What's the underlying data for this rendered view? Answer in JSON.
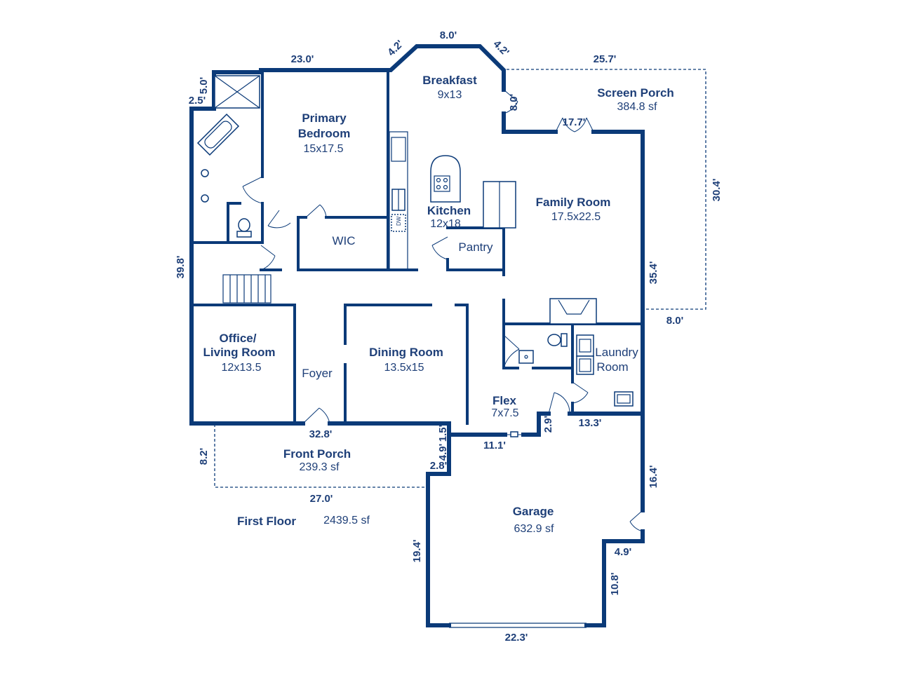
{
  "rooms": {
    "breakfast": {
      "name": "Breakfast",
      "size": "9x13"
    },
    "screen_porch": {
      "name": "Screen Porch",
      "size": "384.8 sf"
    },
    "primary_bedroom": {
      "name_line1": "Primary",
      "name_line2": "Bedroom",
      "size": "15x17.5"
    },
    "kitchen": {
      "name": "Kitchen",
      "size": "12x18"
    },
    "family_room": {
      "name": "Family Room",
      "size": "17.5x22.5"
    },
    "wic": {
      "name": "WIC"
    },
    "pantry": {
      "name": "Pantry"
    },
    "office": {
      "name_line1": "Office/",
      "name_line2": "Living Room",
      "size": "12x13.5"
    },
    "foyer": {
      "name": "Foyer"
    },
    "dining_room": {
      "name": "Dining Room",
      "size": "13.5x15"
    },
    "laundry": {
      "name_line1": "Laundry",
      "name_line2": "Room"
    },
    "flex": {
      "name": "Flex",
      "size": "7x7.5"
    },
    "front_porch": {
      "name": "Front Porch",
      "size": "239.3 sf"
    },
    "garage": {
      "name": "Garage",
      "size": "632.9 sf"
    }
  },
  "floor": {
    "label": "First Floor",
    "area": "2439.5 sf"
  },
  "fixtures": {
    "dishwasher": "DW"
  },
  "dimensions": {
    "d_8_0_top": "8.0'",
    "d_4_2_left": "4.2'",
    "d_4_2_right": "4.2'",
    "d_23_0": "23.0'",
    "d_25_7": "25.7'",
    "d_5_0": "5.0'",
    "d_2_5": "2.5'",
    "d_8_0_porch_door": "8.0'",
    "d_17_7": "17.7'",
    "d_30_4": "30.4'",
    "d_39_8": "39.8'",
    "d_35_4": "35.4'",
    "d_8_0_porch_bottom": "8.0'",
    "d_32_8": "32.8'",
    "d_1_5": "1.5'",
    "d_4_9": "4.9'",
    "d_11_1": "11.1'",
    "d_2_9": "2.9'",
    "d_13_3": "13.3'",
    "d_2_8": "2.8'",
    "d_8_2": "8.2'",
    "d_27_0": "27.0'",
    "d_16_4": "16.4'",
    "d_19_4": "19.4'",
    "d_4_9_garage": "4.9'",
    "d_10_8": "10.8'",
    "d_22_3": "22.3'"
  },
  "colors": {
    "wall": "#0b3a78",
    "text": "#1e3f78",
    "background": "#ffffff"
  }
}
